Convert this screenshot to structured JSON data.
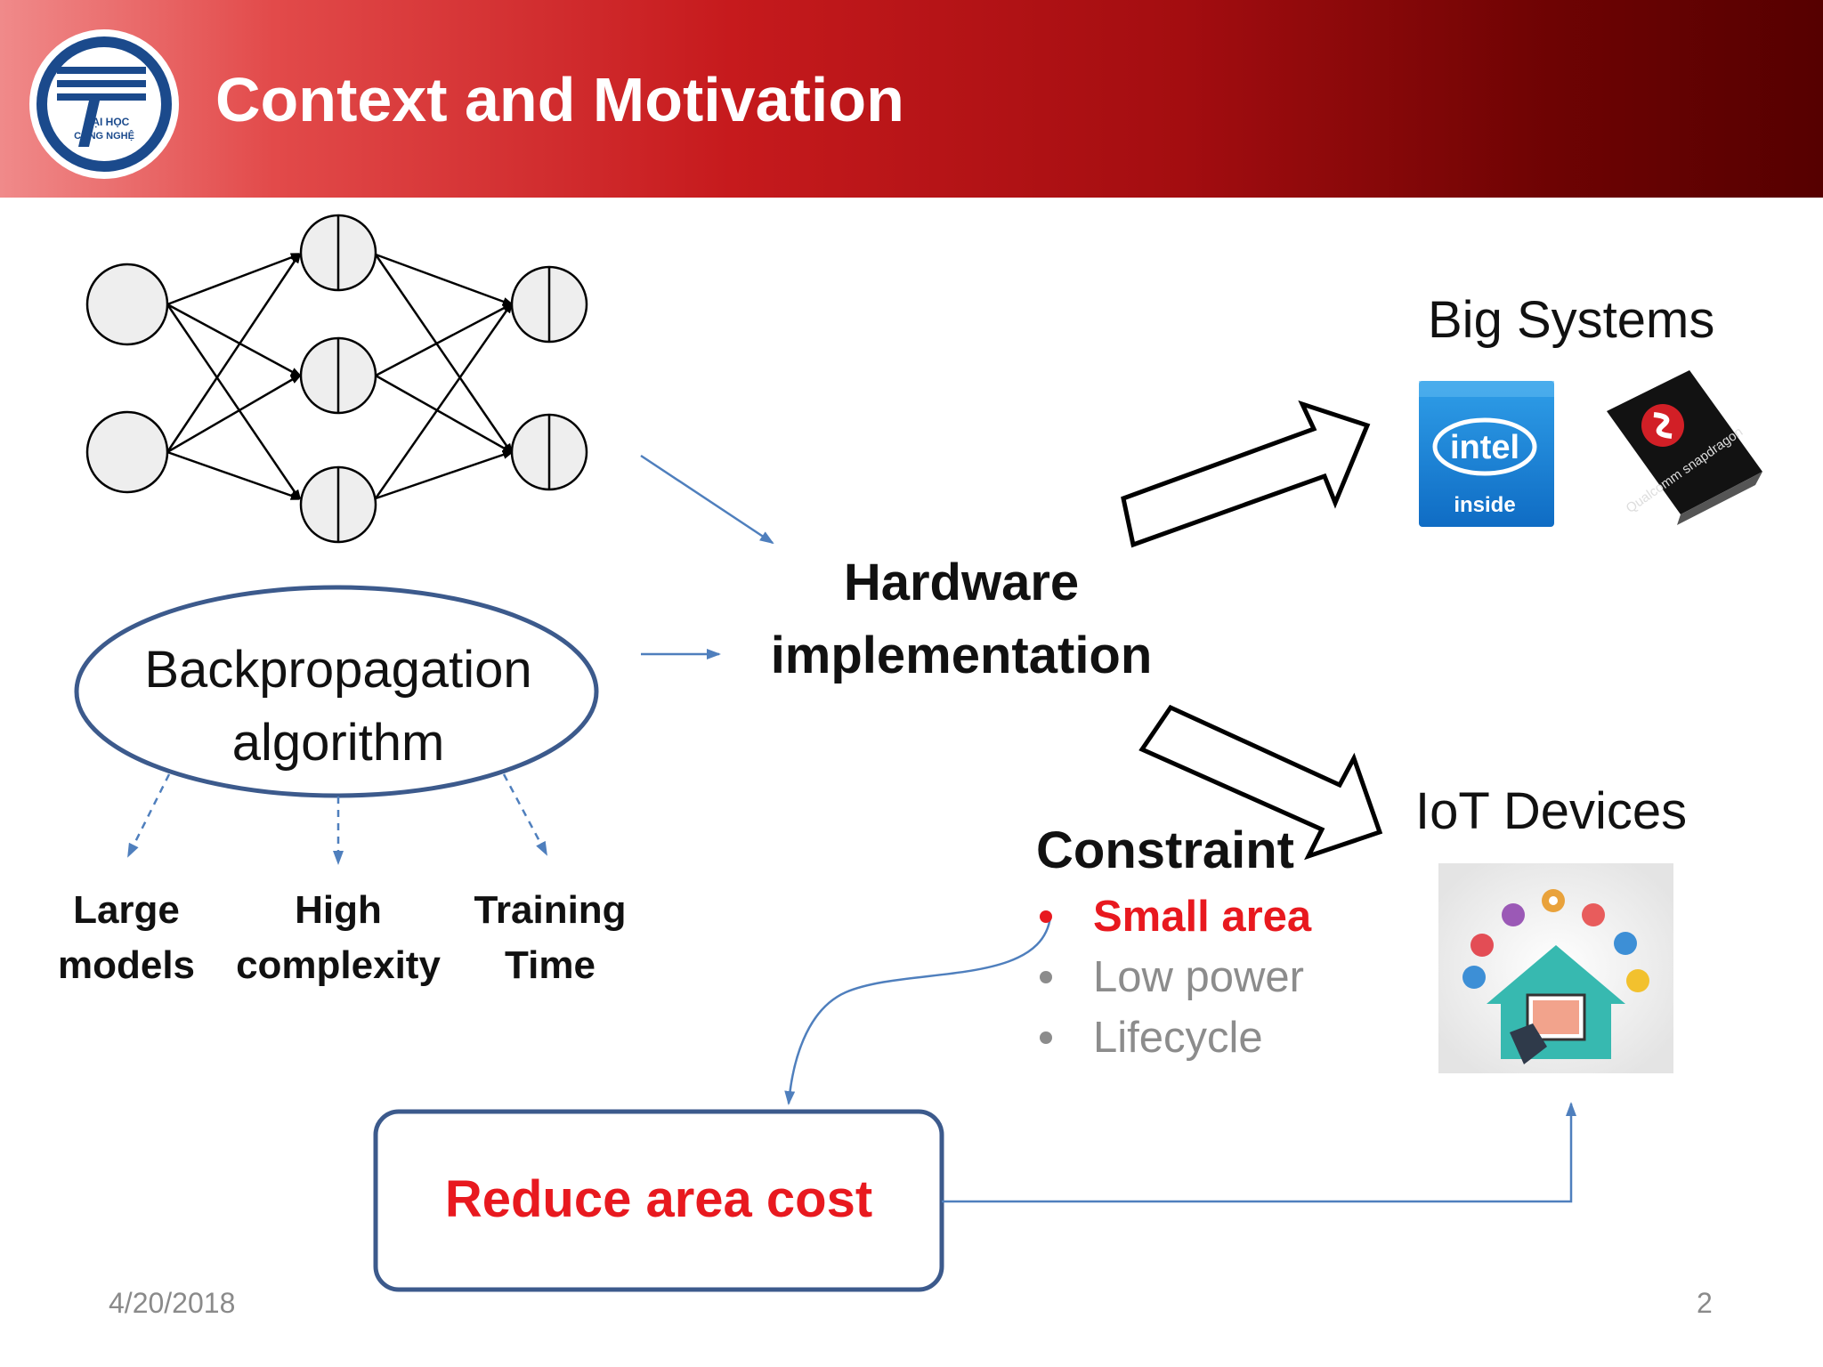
{
  "header": {
    "title": "Context and Motivation",
    "logo_text_line1": "ĐẠI HỌC",
    "logo_text_line2": "CÔNG NGHỆ"
  },
  "diagram": {
    "backprop_line1": "Backpropagation",
    "backprop_line2": "algorithm",
    "issues": [
      {
        "line1": "Large",
        "line2": "models"
      },
      {
        "line1": "High",
        "line2": "complexity"
      },
      {
        "line1": "Training",
        "line2": "Time"
      }
    ],
    "hardware_line1": "Hardware",
    "hardware_line2": "implementation",
    "big_systems": "Big Systems",
    "intel_brand": "intel",
    "intel_sub": "inside",
    "qualcomm_text": "Qualcomm snapdragon",
    "iot_devices": "IoT Devices",
    "constraint_title": "Constraint",
    "constraints": [
      {
        "label": "Small area",
        "color": "#e8191f"
      },
      {
        "label": "Low power",
        "color": "#8c8c8c"
      },
      {
        "label": "Lifecycle",
        "color": "#8c8c8c"
      }
    ],
    "reduce_cost": "Reduce area cost"
  },
  "footer": {
    "date": "4/20/2018",
    "page": "2"
  },
  "colors": {
    "accent_red": "#e8191f",
    "arrow_blue": "#4f7fbd",
    "oval_border": "#3c5a8c"
  }
}
